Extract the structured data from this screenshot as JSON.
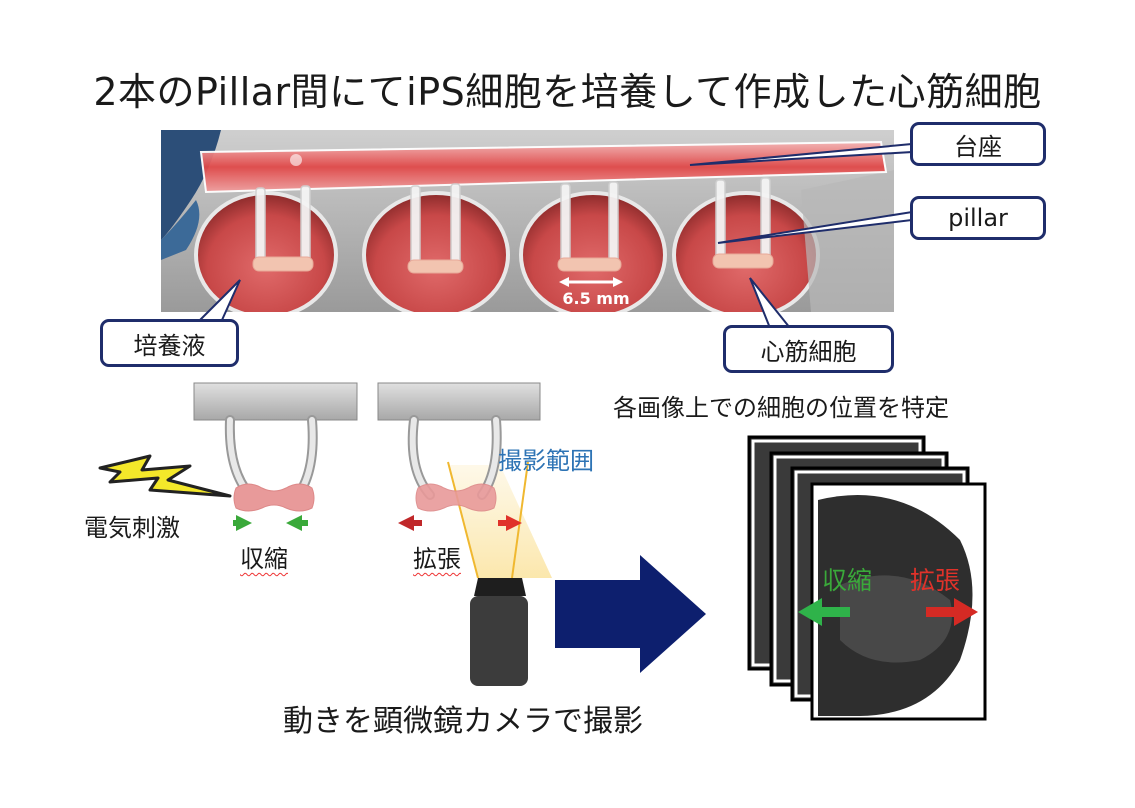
{
  "title": "2本のPillar間にてiPS細胞を培養して作成した心筋細胞",
  "photo": {
    "scale_label": "6.5 mm",
    "wells": 4
  },
  "callouts": {
    "base": "台座",
    "pillar": "pillar",
    "medium": "培養液",
    "cardiomyocyte": "心筋細胞"
  },
  "diagram": {
    "stimulus": "電気刺激",
    "contraction": "収縮",
    "expansion": "拡張",
    "imaging_range": "撮影範囲",
    "camera_caption": "動きを顕微鏡カメラで撮影",
    "position_caption": "各画像上での細胞の位置を特定",
    "frame_contraction": "収縮",
    "frame_expansion": "拡張"
  },
  "colors": {
    "navy": "#1f2d6b",
    "arrow_navy": "#0d1f6e",
    "green": "#3aa93a",
    "red": "#e0322a",
    "blue_text": "#2e74b5",
    "tissue_pink": "#e89a9a"
  }
}
